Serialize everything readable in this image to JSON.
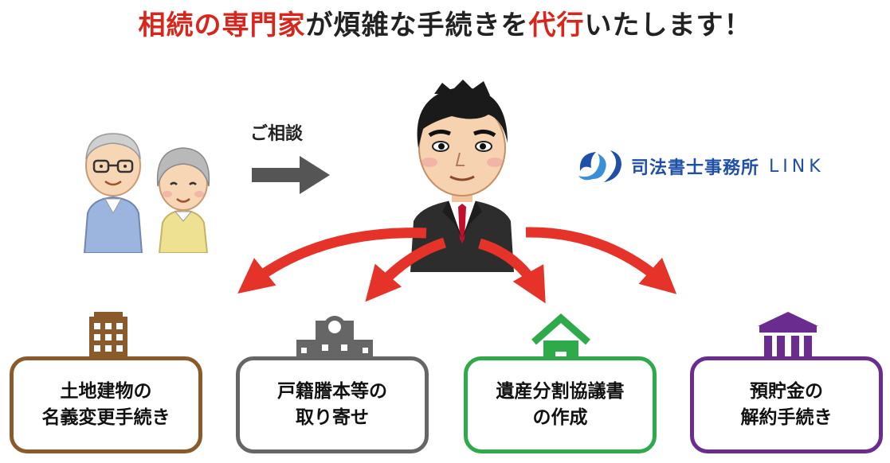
{
  "headline": {
    "seg1": "相続の専門家",
    "seg2": "が煩雑な手続きを",
    "seg3": "代行",
    "seg4": "いたします！"
  },
  "consult_label": "ご相談",
  "logo": {
    "name": "司法書士事務所",
    "suffix": "LINK"
  },
  "colors": {
    "headline_red": "#d7261c",
    "arrow_red": "#e5332a",
    "logo_blue": "#1f4fa6",
    "brown": "#8b5a2b",
    "gray": "#666666",
    "green": "#2eaa4a",
    "purple": "#6a2c8e"
  },
  "services": [
    {
      "line1": "土地建物の",
      "line2": "名義変更手続き",
      "icon": "building-icon",
      "color": "#8b5a2b"
    },
    {
      "line1": "戸籍謄本等の",
      "line2": "取り寄せ",
      "icon": "office-icon",
      "color": "#666666"
    },
    {
      "line1": "遺産分割協議書",
      "line2": "の作成",
      "icon": "house-icon",
      "color": "#2eaa4a"
    },
    {
      "line1": "預貯金の",
      "line2": "解約手続き",
      "icon": "bank-icon",
      "color": "#6a2c8e"
    }
  ]
}
